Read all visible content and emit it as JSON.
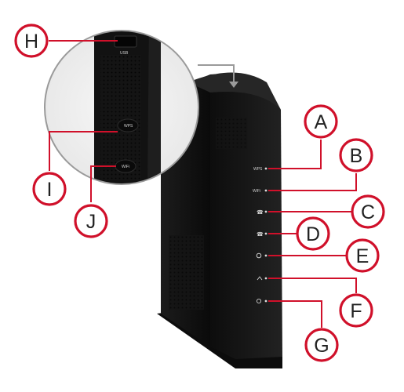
{
  "diagram": {
    "callouts": {
      "A": "A",
      "B": "B",
      "C": "C",
      "D": "D",
      "E": "E",
      "F": "F",
      "G": "G",
      "H": "H",
      "I": "I",
      "J": "J"
    },
    "panel_labels": {
      "wps": "WPS",
      "wifi": "WiFi",
      "usb": "USB",
      "wps_button": "WPS",
      "wifi_button": "WiFi"
    },
    "colors": {
      "callout_red": "#d0102a",
      "device_body": "#151515",
      "device_edge": "#2a2a2a",
      "zoom_ring": "#9a9a9a",
      "led_dot": "#dcdcdc"
    },
    "icons": {
      "telephone_1": "phone-icon",
      "telephone_2": "phone-icon",
      "internet": "globe-icon",
      "upstream": "arrow-icon",
      "power": "power-icon"
    }
  }
}
